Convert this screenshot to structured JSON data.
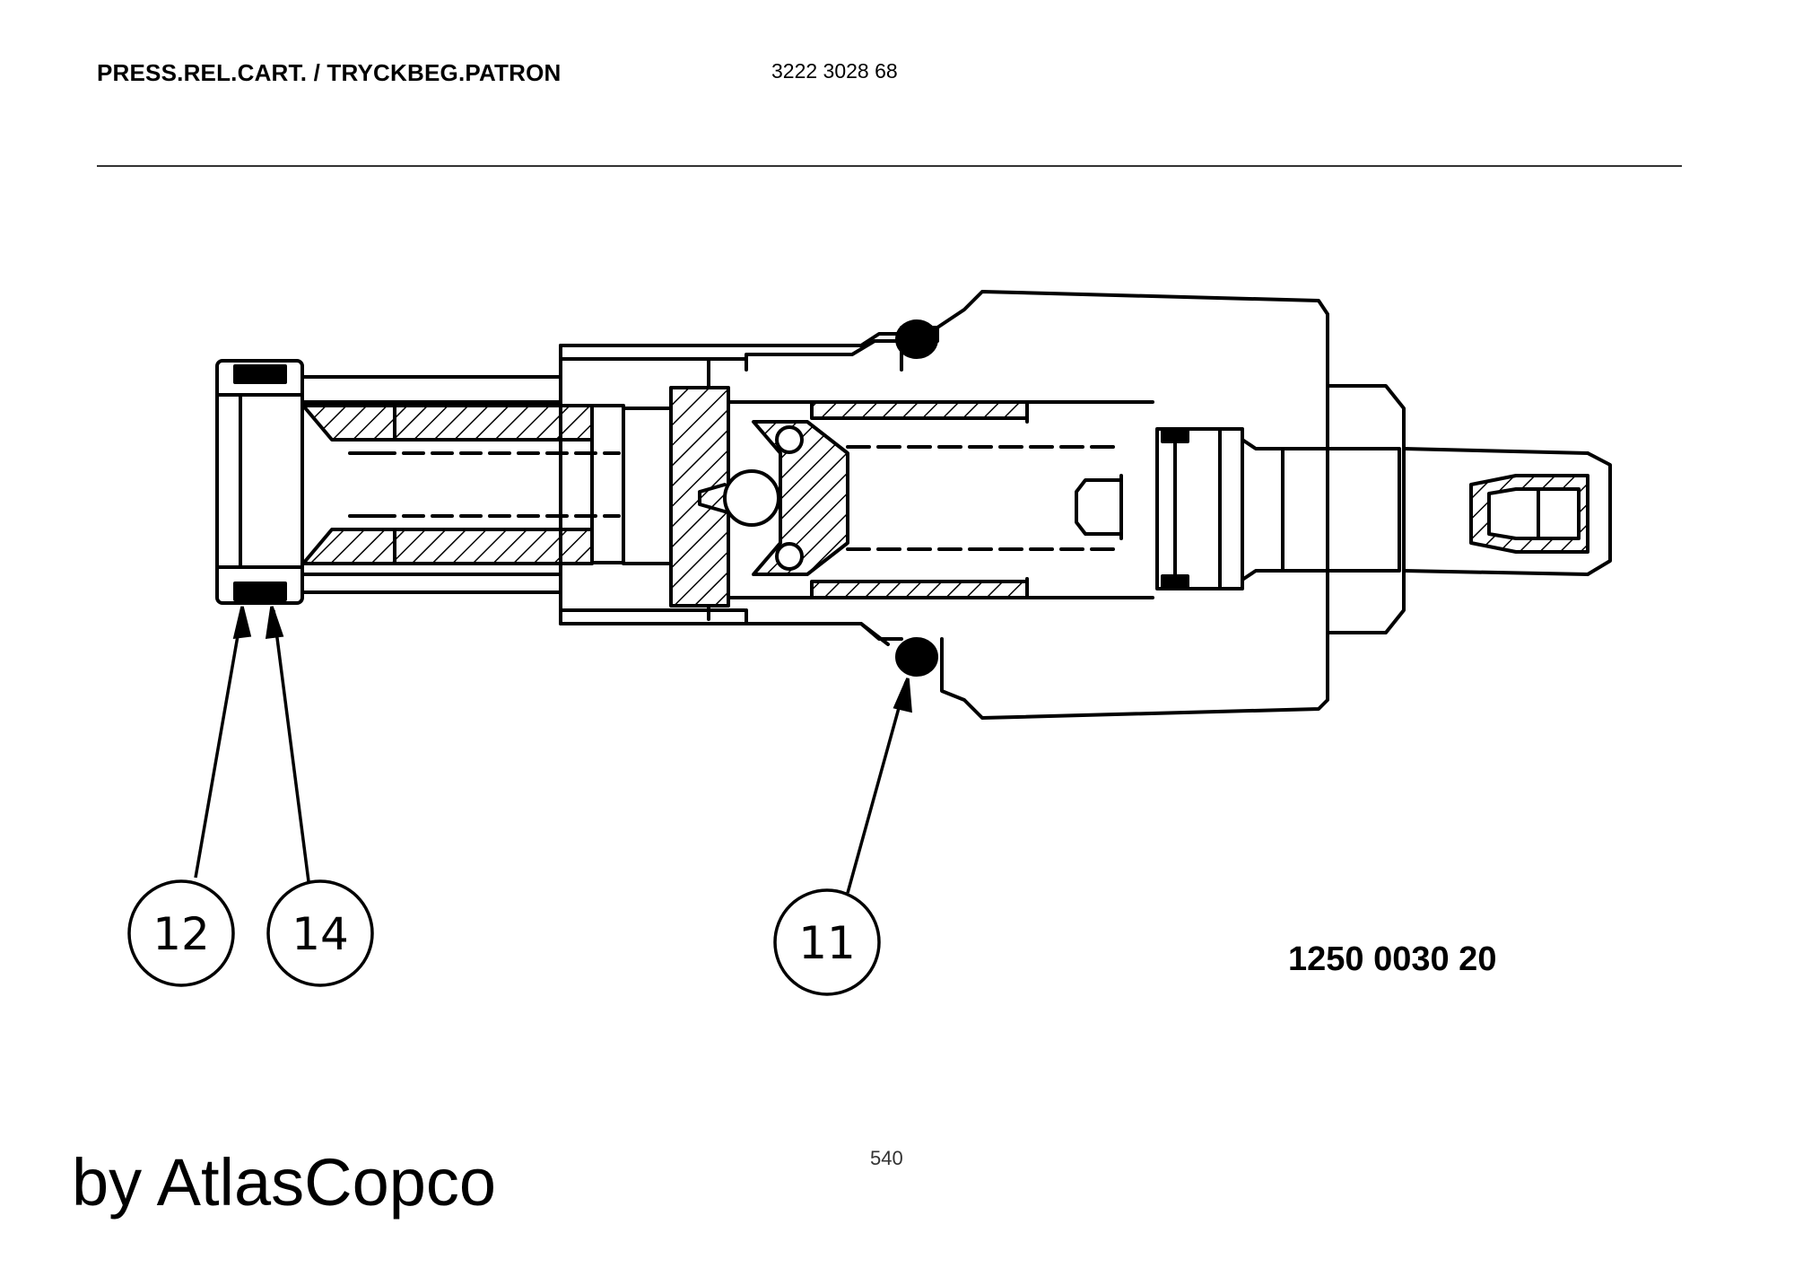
{
  "header": {
    "title": "PRESS.REL.CART. / TRYCKBEG.PATRON",
    "number": "3222 3028 68"
  },
  "callouts": [
    {
      "label": "12"
    },
    {
      "label": "14"
    },
    {
      "label": "11"
    }
  ],
  "drawing": {
    "part_number": "1250 0030 20"
  },
  "footer": {
    "page_number": "540",
    "watermark": "by AtlasCopco"
  }
}
